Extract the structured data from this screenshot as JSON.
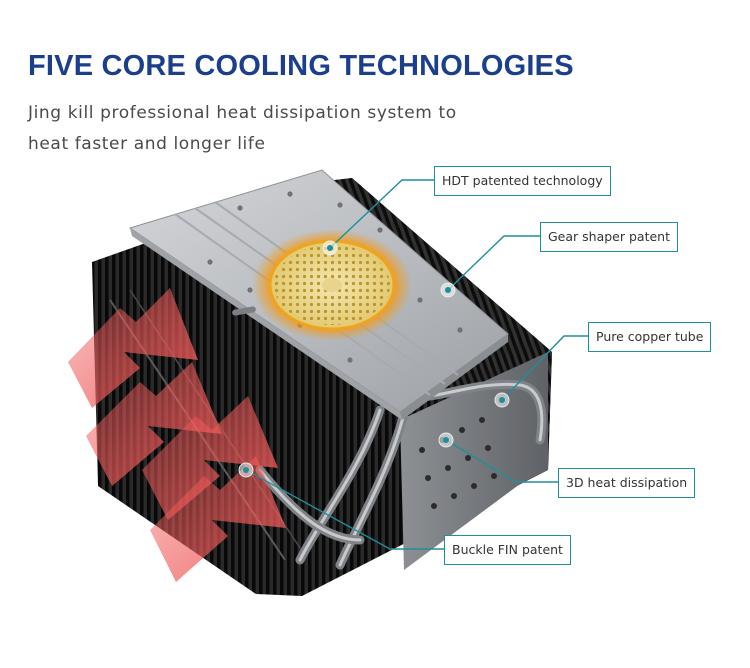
{
  "header": {
    "title": "FIVE CORE COOLING TECHNOLOGIES",
    "subtitle": "Jing kill professional heat dissipation system to heat faster and longer life"
  },
  "callouts": {
    "hdt": "HDT patented technology",
    "gear": "Gear shaper patent",
    "copper": "Pure copper tube",
    "heat3d": "3D heat dissipation",
    "buckle": "Buckle FIN patent"
  },
  "colors": {
    "title": "#1b3f8c",
    "callout_border": "#1f8f9a",
    "arrow": "#ef5a5a",
    "led_glow": "#f5b21a",
    "plate": "#b9bcc0"
  }
}
